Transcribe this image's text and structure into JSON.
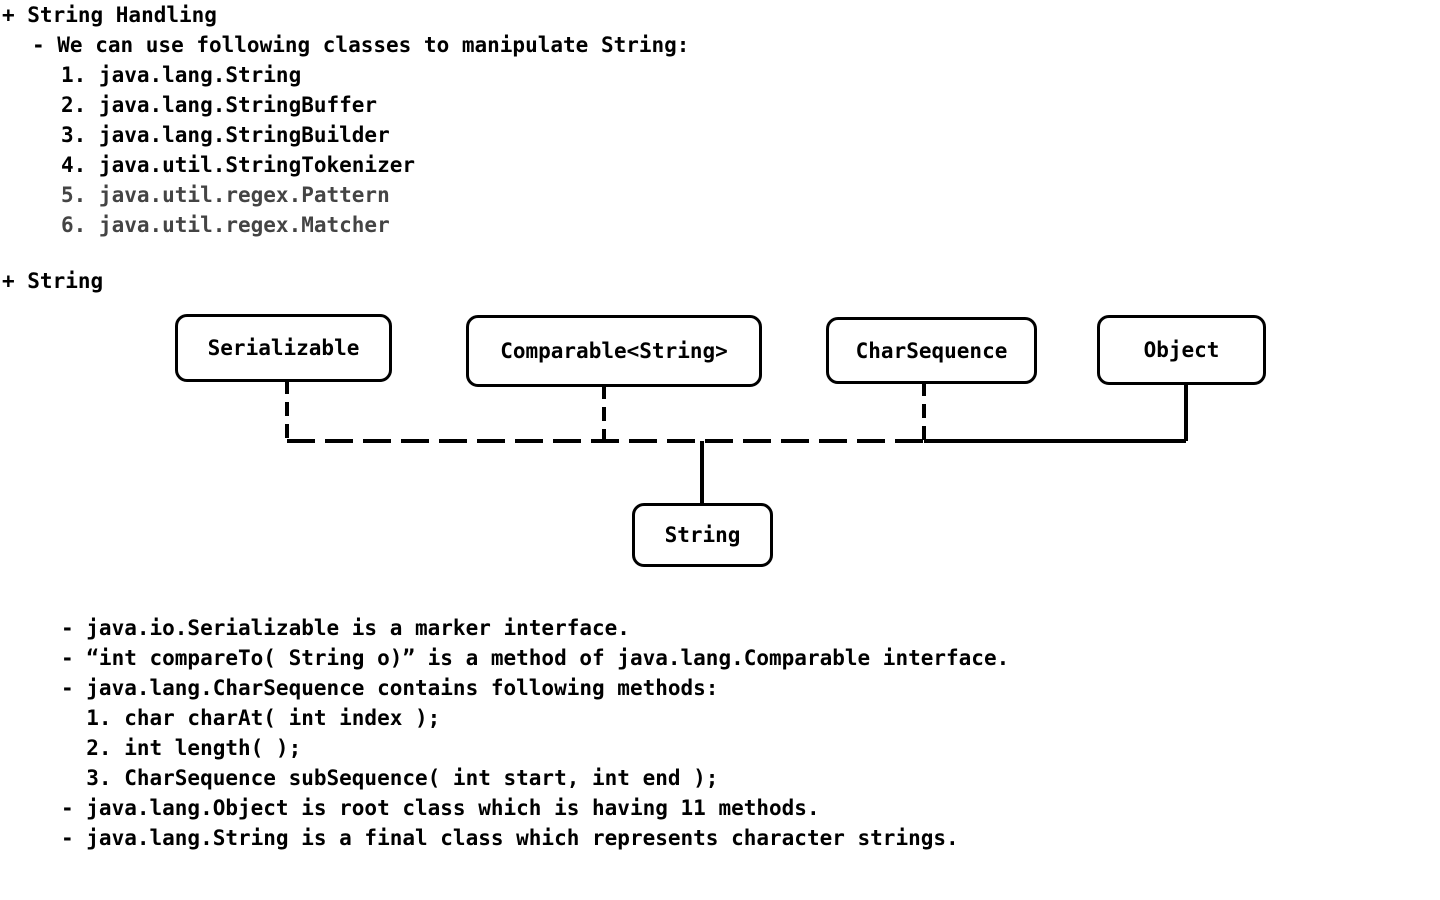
{
  "section1": {
    "heading": "+ String Handling",
    "intro": "- We can use following classes to manipulate String:",
    "items": [
      "1. java.lang.String",
      "2. java.lang.StringBuffer",
      "3. java.lang.StringBuilder",
      "4. java.util.StringTokenizer",
      "5. java.util.regex.Pattern",
      "6. java.util.regex.Matcher"
    ]
  },
  "section2": {
    "heading": "+ String"
  },
  "diagram": {
    "nodes": {
      "serializable": "Serializable",
      "comparable": "Comparable<String>",
      "charsequence": "CharSequence",
      "object": "Object",
      "string": "String"
    },
    "edges": [
      {
        "from": "string",
        "to": "serializable",
        "style": "dashed"
      },
      {
        "from": "string",
        "to": "comparable",
        "style": "dashed"
      },
      {
        "from": "string",
        "to": "charsequence",
        "style": "dashed"
      },
      {
        "from": "string",
        "to": "object",
        "style": "solid"
      }
    ]
  },
  "notes": [
    "- java.io.Serializable is a marker interface.",
    "- “int compareTo( String o)” is a method of java.lang.Comparable interface.",
    "- java.lang.CharSequence contains following methods:",
    "  1. char charAt( int index );",
    "  2. int length( );",
    "  3. CharSequence subSequence( int start, int end );",
    "- java.lang.Object is root class which is having 11 methods.",
    "- java.lang.String is a final class which represents character strings."
  ]
}
